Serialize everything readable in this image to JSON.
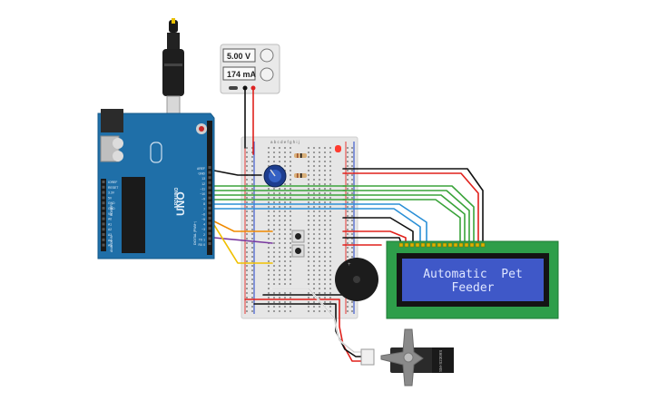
{
  "power_supply": {
    "voltage": "5.00 V",
    "current": "174 mA"
  },
  "arduino": {
    "brand": "ARDUINO",
    "model": "UNO",
    "pin_labels_top": [
      "AREF",
      "GND",
      "13",
      "12",
      "~11",
      "~10",
      "~9",
      "8",
      "7",
      "~6",
      "~5",
      "4",
      "~3",
      "2",
      "TX 1",
      "RX 0"
    ],
    "pin_labels_bottom": [
      "IOREF",
      "RESET",
      "3.3V",
      "5V",
      "GND",
      "GND",
      "Vin",
      "A0",
      "A1",
      "A2",
      "A3",
      "A4",
      "A5"
    ],
    "power_label": "POWER",
    "analog_label": "ANALOG IN",
    "digital_label": "DIGITAL (PWM~)"
  },
  "lcd": {
    "line1": "Automatic  Pet",
    "line2": "Feeder"
  },
  "servo": {
    "label": "SM-S2309S"
  },
  "breadboard": {
    "column_letters": "a b c d e   f g h i j"
  },
  "colors": {
    "arduino_board": "#1f6fa8",
    "lcd_board": "#2e9e4a",
    "lcd_screen": "#3f58c8",
    "lcd_text": "#dfe6ff",
    "wire_red": "#e0211c",
    "wire_black": "#1a1a1a",
    "wire_green": "#3aa33a",
    "wire_blue": "#2a8fd6",
    "wire_yellow": "#f0c000",
    "wire_orange": "#f08a00",
    "wire_purple": "#7a3aa0"
  }
}
